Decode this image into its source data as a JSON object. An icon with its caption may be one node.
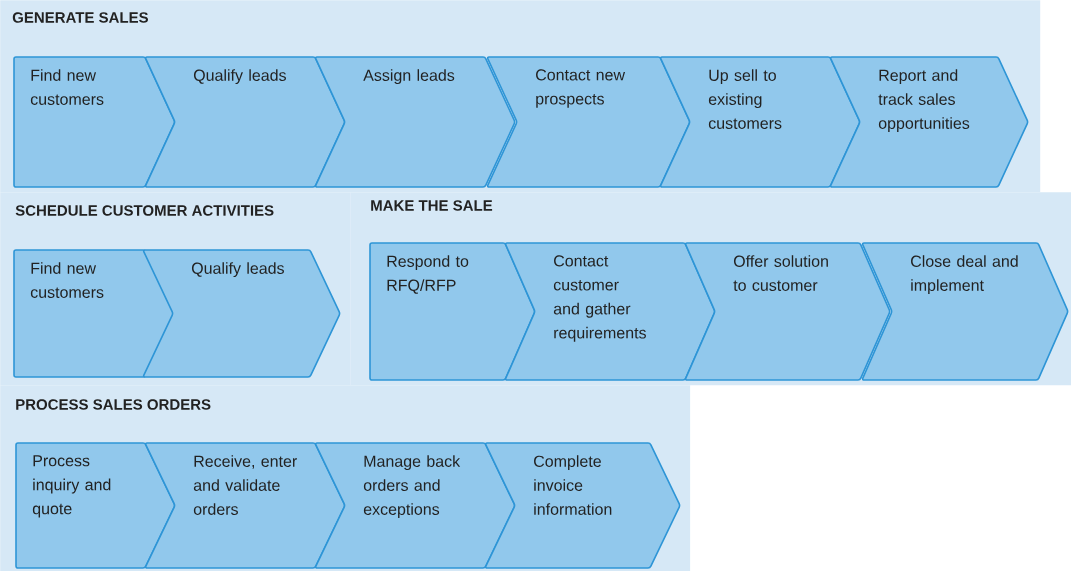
{
  "diagram": {
    "nodes": [
      {
        "text": [
          "GENERATE SALES"
        ]
      },
      {
        "text": [
          "Find new customers"
        ],
        "in": 0
      },
      {
        "text": [
          "Qualify leads"
        ],
        "in": 0
      },
      {
        "text": [
          "Assign leads"
        ],
        "in": 0
      },
      {
        "text": [
          "Contact new prospects"
        ],
        "in": 0
      },
      {
        "text": [
          "Up sell to existing customers"
        ],
        "in": 0
      },
      {
        "text": [
          "Report and track sales opportunities"
        ],
        "in": 0
      },
      {
        "text": [
          "SCHEDULE CUSTOMER ACTIVITIES"
        ]
      },
      {
        "text": [
          "Find new customers"
        ],
        "in": 7
      },
      {
        "text": [
          "Qualify leads"
        ],
        "in": 7
      },
      {
        "text": [
          "MAKE THE SALE"
        ]
      },
      {
        "text": [
          "Respond to RFQ/RFP"
        ],
        "in": 10
      },
      {
        "text": [
          "Contact customer and gather requirements"
        ],
        "in": 10
      },
      {
        "text": [
          "Offer solution to customer"
        ],
        "in": 10
      },
      {
        "text": [
          "Close deal and implement"
        ],
        "in": 10
      },
      {
        "text": [
          "PROCESS SALES ORDERS"
        ]
      },
      {
        "text": [
          "Process inquiry and quote"
        ],
        "in": 15
      },
      {
        "text": [
          "Receive, enter and validate orders"
        ],
        "in": 15
      },
      {
        "text": [
          "Manage back orders and exceptions"
        ],
        "in": 15
      },
      {
        "text": [
          "Complete invoice information"
        ],
        "in": 15
      }
    ]
  }
}
